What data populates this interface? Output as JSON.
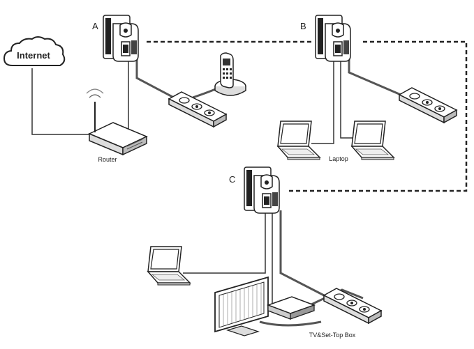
{
  "labels": {
    "adapter_a": "A",
    "adapter_b": "B",
    "adapter_c": "C",
    "internet": "Internet",
    "router": "Router",
    "laptop": "Laptop",
    "tv_box": "TV&Set-Top Box"
  }
}
